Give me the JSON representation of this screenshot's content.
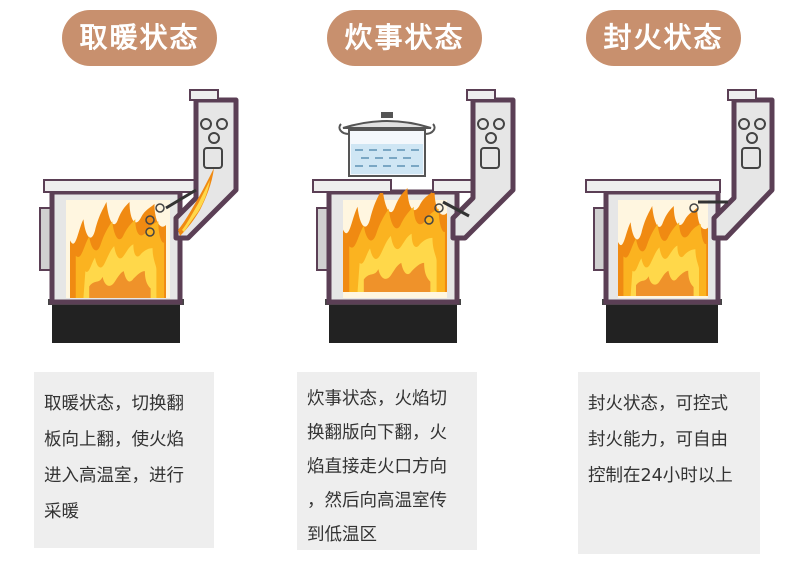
{
  "colors": {
    "pill": "#c8906e",
    "stove_outline": "#5b3f55",
    "stove_body": "#e6e6e6",
    "ash_box": "#222222",
    "flame_outer": "#f08a12",
    "flame_inner": "#ffd84a",
    "caption_bg": "#eeeeee"
  },
  "panels": [
    {
      "title": "取暖状态",
      "caption_lines": [
        "取暖状态，切换翻",
        "板向上翻，使火焰",
        "进入高温室，进行",
        "采暖"
      ]
    },
    {
      "title": "炊事状态",
      "caption_lines": [
        "炊事状态，火焰切",
        "换翻版向下翻，火",
        "焰直接走火口方向",
        "，然后向高温室传",
        "到低温区"
      ]
    },
    {
      "title": "封火状态",
      "caption_lines": [
        "封火状态，可控式",
        "封火能力，可自由",
        "控制在24小时以上"
      ]
    }
  ]
}
